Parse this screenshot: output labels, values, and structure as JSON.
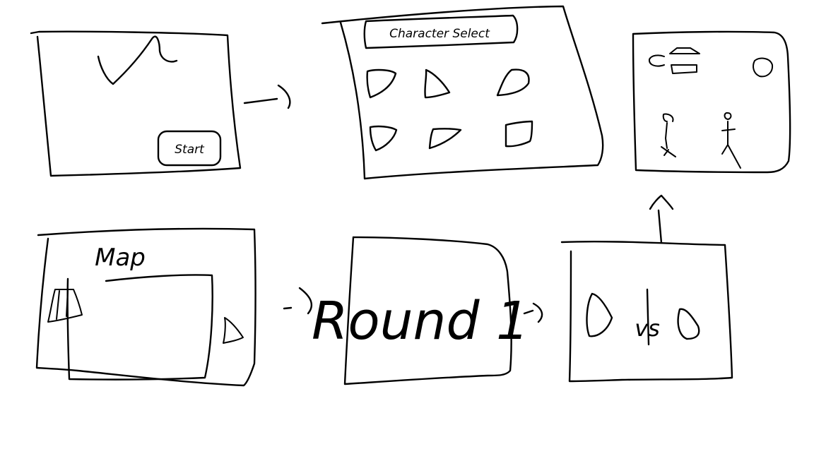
{
  "diagram": {
    "ink_color": "#000000",
    "background": "#ffffff",
    "screens": [
      {
        "id": "title-screen",
        "button_label": "Start"
      },
      {
        "id": "character-select-screen",
        "header_label": "Character Select"
      },
      {
        "id": "scene-screen"
      },
      {
        "id": "map-screen",
        "title": "Map"
      },
      {
        "id": "round-screen",
        "title": "Round 1"
      },
      {
        "id": "versus-screen",
        "label": "vs"
      }
    ]
  }
}
